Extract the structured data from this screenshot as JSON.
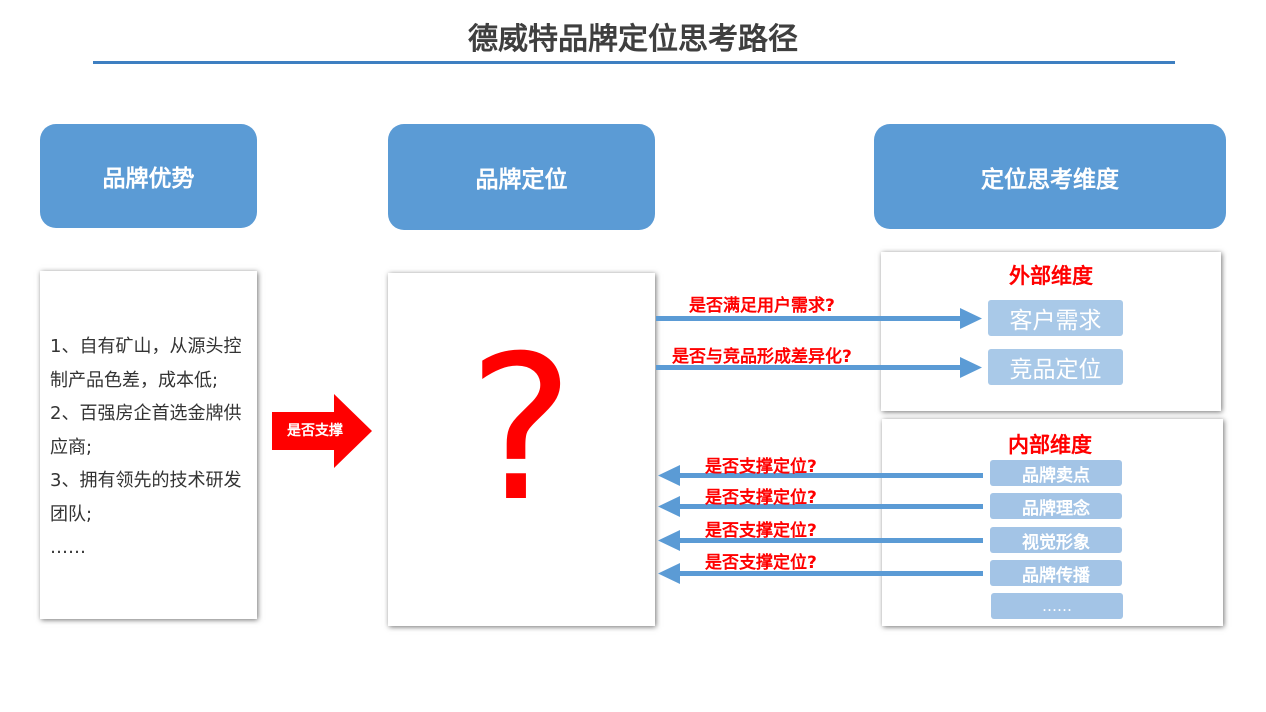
{
  "title": "德威特品牌定位思考路径",
  "headers": {
    "advantage": "品牌优势",
    "positioning": "品牌定位",
    "dimensions": "定位思考维度"
  },
  "advantage_lines": [
    "1、自有矿山，从源头控",
    "制产品色差，成本低;",
    "2、百强房企首选金牌供",
    "应商;",
    "3、拥有领先的技术研发",
    "团队;",
    "……"
  ],
  "support_arrow_label": "是否支撑",
  "question_mark": "?",
  "external": {
    "title": "外部维度",
    "items": [
      "客户需求",
      "竞品定位"
    ],
    "questions": [
      "是否满足用户需求?",
      "是否与竞品形成差异化?"
    ]
  },
  "internal": {
    "title": "内部维度",
    "items": [
      "品牌卖点",
      "品牌理念",
      "视觉形象",
      "品牌传播",
      "……"
    ],
    "questions": [
      "是否支撑定位?",
      "是否支撑定位?",
      "是否支撑定位?",
      "是否支撑定位?"
    ]
  },
  "colors": {
    "header_blue": "#5b9bd5",
    "arrow_blue": "#5b9bd5",
    "accent_red": "#ff0000",
    "title_line": "#3e7fc1"
  }
}
